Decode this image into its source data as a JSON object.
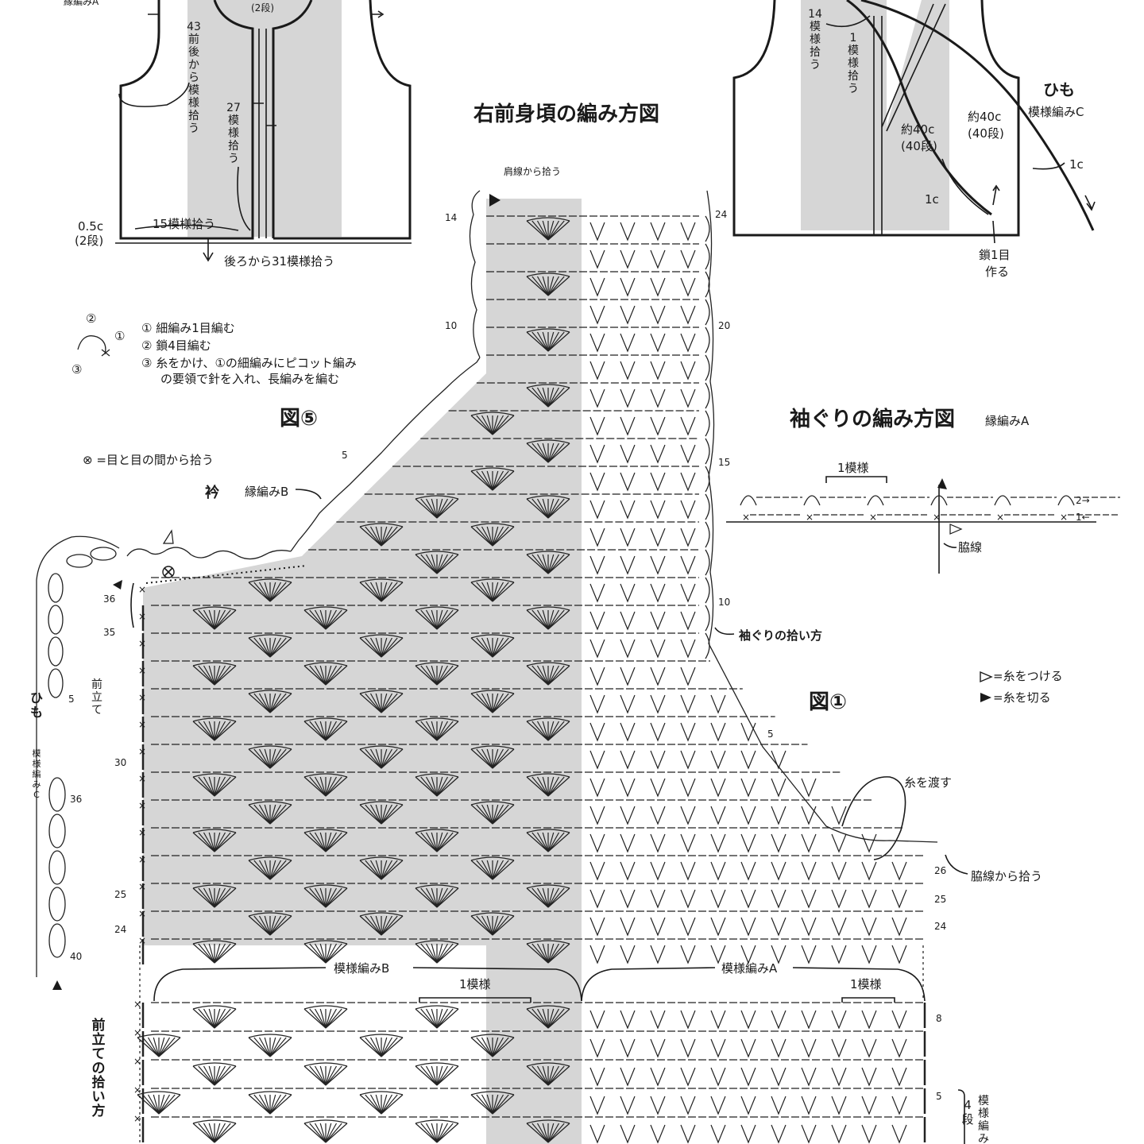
{
  "titles": {
    "front_chart": "右前身頃の編み方図",
    "armhole_chart": "袖ぐりの編み方図",
    "armhole_stitch": "縁編みA",
    "fig5": "図⑤",
    "fig1": "図①"
  },
  "fig5": {
    "top_left": "縁編みA",
    "top_rows": "(2段)",
    "front_back_pick": [
      "43",
      "前",
      "後",
      "か",
      "ら",
      "模",
      "様",
      "拾",
      "う"
    ],
    "pick27": [
      "27",
      "模",
      "様",
      "拾",
      "う"
    ],
    "bottom_dim": "0.5c",
    "bottom_rows": "(2段)",
    "pick15": "15模様拾う",
    "pick31": "後ろから31模様拾う"
  },
  "fig1": {
    "pick14": [
      "14",
      "模",
      "様",
      "拾",
      "う"
    ],
    "pick1": [
      "1",
      "模",
      "様",
      "拾",
      "う"
    ],
    "tie": "ひも",
    "tie_stitch": "模様編みC",
    "len_a": "約40c",
    "rows_a": "(40段)",
    "len_b": "約40c",
    "rows_b": "(40段)",
    "one_c_a": "1c",
    "one_c_b": "1c",
    "chain1": "鎖1目",
    "make": "作る"
  },
  "picot_legend": {
    "markers": [
      "②",
      "①",
      "③"
    ],
    "lines": [
      "① 細編み1目編む",
      "② 鎖4目編む",
      "③ 糸をかけ、①の細編みにピコット編み",
      "の要領で針を入れ、長編みを編む"
    ]
  },
  "between_note": "⊗ =目と目の間から拾う",
  "collar": {
    "label": "衿",
    "stitch": "縁編みB"
  },
  "shoulder_pick": "肩線から拾う",
  "armhole_pick": "袖ぐりの拾い方",
  "side_pick": "脇線から拾う",
  "carry_yarn": "糸を渡す",
  "yarn_legend": [
    "=糸をつける",
    "=糸を切る"
  ],
  "armhole_detail": {
    "one_pattern": "1模様",
    "side_line": "脇線",
    "row2": "2→",
    "row1": "1←"
  },
  "pattern_labels": {
    "b": "模様編みB",
    "a": "模様編みA",
    "one_b": "1模様",
    "one_a": "1模様"
  },
  "front_band": {
    "label": [
      "前",
      "立",
      "て"
    ],
    "pick": [
      "前",
      "立",
      "て",
      "の",
      "拾",
      "い",
      "方"
    ]
  },
  "tie_side": {
    "label": [
      "ひ",
      "も"
    ],
    "stitch": [
      "模",
      "様",
      "編",
      "み",
      "C"
    ]
  },
  "row_numbers": {
    "left": [
      "36",
      "35",
      "30",
      "25",
      "24"
    ],
    "tie": [
      "5",
      "36",
      "40"
    ],
    "shoulder": [
      "14",
      "10",
      "5"
    ],
    "right_col": [
      "24",
      "20",
      "15",
      "10",
      "5"
    ],
    "side": [
      "26",
      "25",
      "24",
      "8",
      "5"
    ]
  },
  "bottom_right": {
    "rows": [
      "4",
      "段"
    ],
    "stitch": [
      "模",
      "様",
      "編",
      "み"
    ]
  }
}
